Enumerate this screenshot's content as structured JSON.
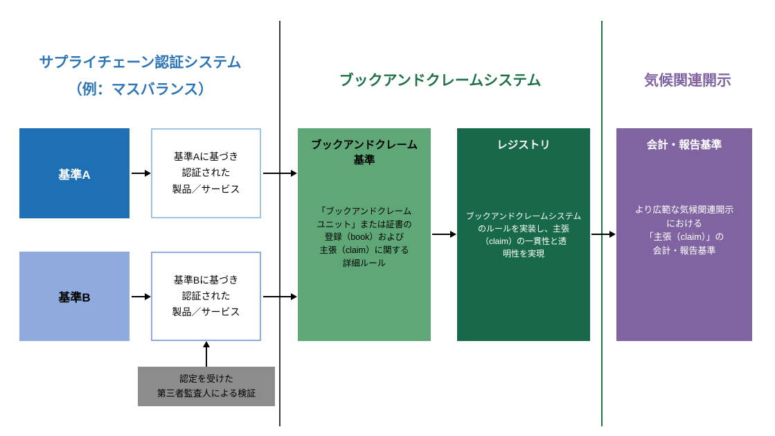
{
  "sections": {
    "supply_chain": {
      "title": "サプライチェーン認証システム\n（例：マスバランス）",
      "color": "#2E75B6"
    },
    "book_and_claim": {
      "title": "ブックアンドクレームシステム",
      "color": "#1E7145"
    },
    "climate_disclosure": {
      "title": "気候関連開示",
      "color": "#8064A2"
    }
  },
  "boxes": {
    "standard_a": {
      "label": "基準A",
      "bg": "#1F6FB5",
      "text_color": "#FFFFFF"
    },
    "standard_a_certified": {
      "label": "基準Aに基づき\n認証された\n製品／サービス",
      "border_color": "#9DC3E6"
    },
    "standard_b": {
      "label": "基準B",
      "bg": "#8FAADC",
      "text_color": "#000000"
    },
    "standard_b_certified": {
      "label": "基準Bに基づき\n認証された\n製品／サービス",
      "border_color": "#8FAADC"
    },
    "book_claim_standard": {
      "title": "ブックアンドクレーム\n基準",
      "body": "「ブックアンドクレーム\nユニット」または証書の\n登録（book）および\n主張（claim）に関する\n詳細ルール",
      "bg": "#5FA777"
    },
    "registry": {
      "title": "レジストリ",
      "body": "ブックアンドクレームシステム\nのルールを実装し、主張\n（claim）の一貫性と透\n明性を実現",
      "bg": "#17694A"
    },
    "accounting_reporting": {
      "title": "会計・報告基準",
      "body": "より広範な気候関連開示\nにおける\n「主張（claim）」の\n会計・報告基準",
      "bg": "#8064A2"
    },
    "third_party_auditor": {
      "label": "認定を受けた\n第三者監査人による検証",
      "bg": "#8C8C8C"
    }
  },
  "dividers": {
    "left_color": "#3B3838",
    "right_color": "#1E7145"
  }
}
